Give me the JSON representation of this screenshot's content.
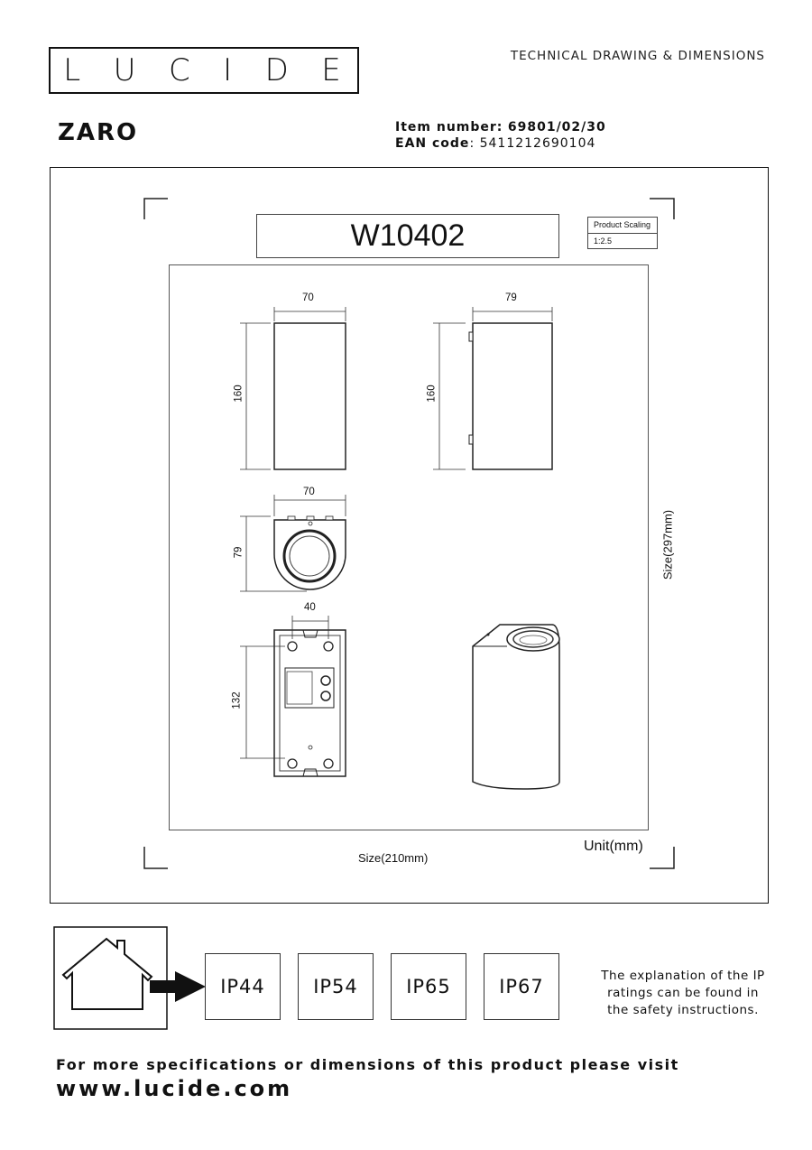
{
  "header": {
    "brand_letters": [
      "L",
      "U",
      "C",
      "I",
      "D",
      "E"
    ],
    "doc_type": "TECHNICAL DRAWING & DIMENSIONS"
  },
  "product": {
    "name": "ZARO",
    "item_number_label": "Item number:",
    "item_number": "69801/02/30",
    "ean_label": "EAN code",
    "ean": ": 5411212690104"
  },
  "drawing": {
    "code": "W10402",
    "scaling_label": "Product Scaling",
    "scaling_value": "1:2.5",
    "size_horizontal": "Size(210mm)",
    "size_vertical": "Size(297mm)",
    "unit": "Unit(mm)",
    "dims": {
      "front_width": "70",
      "front_height": "160",
      "side_width": "79",
      "side_height": "160",
      "top_width": "70",
      "top_depth": "79",
      "back_width": "40",
      "back_height": "132"
    }
  },
  "ip_ratings": [
    "IP44",
    "IP54",
    "IP65",
    "IP67"
  ],
  "ip_note": "The explanation of the IP ratings can be found in the safety instructions.",
  "footer": {
    "line1": "For more specifications or dimensions of this product please visit",
    "url": "www.lucide.com"
  }
}
